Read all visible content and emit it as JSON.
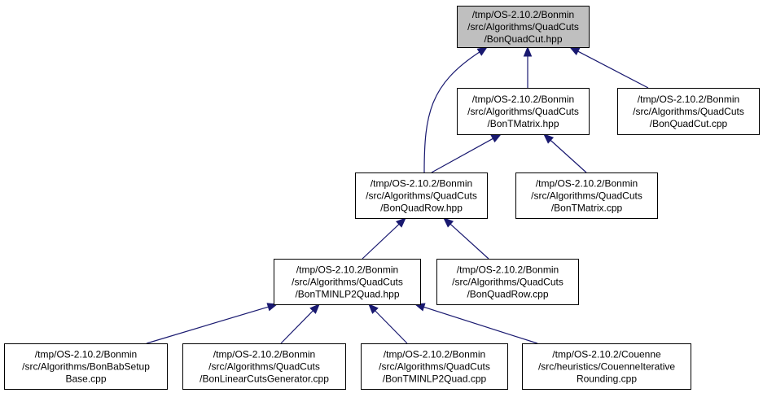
{
  "colors": {
    "edge": "#191970",
    "highlight_fill": "#bfbfbf",
    "node_fill": "#ffffff",
    "border": "#000000"
  },
  "nodes": [
    {
      "id": "bonquadcut-hpp",
      "highlight": true,
      "lines": [
        "/tmp/OS-2.10.2/Bonmin",
        "/src/Algorithms/QuadCuts",
        "/BonQuadCut.hpp"
      ]
    },
    {
      "id": "bontmatrix-hpp",
      "lines": [
        "/tmp/OS-2.10.2/Bonmin",
        "/src/Algorithms/QuadCuts",
        "/BonTMatrix.hpp"
      ]
    },
    {
      "id": "bonquadcut-cpp",
      "lines": [
        "/tmp/OS-2.10.2/Bonmin",
        "/src/Algorithms/QuadCuts",
        "/BonQuadCut.cpp"
      ]
    },
    {
      "id": "bonquadrow-hpp",
      "lines": [
        "/tmp/OS-2.10.2/Bonmin",
        "/src/Algorithms/QuadCuts",
        "/BonQuadRow.hpp"
      ]
    },
    {
      "id": "bontmatrix-cpp",
      "lines": [
        "/tmp/OS-2.10.2/Bonmin",
        "/src/Algorithms/QuadCuts",
        "/BonTMatrix.cpp"
      ]
    },
    {
      "id": "bontminlp2quad-hpp",
      "lines": [
        "/tmp/OS-2.10.2/Bonmin",
        "/src/Algorithms/QuadCuts",
        "/BonTMINLP2Quad.hpp"
      ]
    },
    {
      "id": "bonquadrow-cpp",
      "lines": [
        "/tmp/OS-2.10.2/Bonmin",
        "/src/Algorithms/QuadCuts",
        "/BonQuadRow.cpp"
      ]
    },
    {
      "id": "bonbabsetupbase-cpp",
      "lines": [
        "/tmp/OS-2.10.2/Bonmin",
        "/src/Algorithms/BonBabSetup",
        "Base.cpp"
      ]
    },
    {
      "id": "bonlinearcutsgenerator-cpp",
      "lines": [
        "/tmp/OS-2.10.2/Bonmin",
        "/src/Algorithms/QuadCuts",
        "/BonLinearCutsGenerator.cpp"
      ]
    },
    {
      "id": "bontminlp2quad-cpp",
      "lines": [
        "/tmp/OS-2.10.2/Bonmin",
        "/src/Algorithms/QuadCuts",
        "/BonTMINLP2Quad.cpp"
      ]
    },
    {
      "id": "couenneiterativerounding-cpp",
      "lines": [
        "/tmp/OS-2.10.2/Couenne",
        "/src/heuristics/CouenneIterative",
        "Rounding.cpp"
      ]
    }
  ],
  "edges": [
    {
      "from": "bontmatrix-hpp",
      "to": "bonquadcut-hpp"
    },
    {
      "from": "bonquadrow-hpp",
      "to": "bonquadcut-hpp"
    },
    {
      "from": "bonquadcut-cpp",
      "to": "bonquadcut-hpp"
    },
    {
      "from": "bonquadrow-hpp",
      "to": "bontmatrix-hpp"
    },
    {
      "from": "bontmatrix-cpp",
      "to": "bontmatrix-hpp"
    },
    {
      "from": "bontminlp2quad-hpp",
      "to": "bonquadrow-hpp"
    },
    {
      "from": "bonquadrow-cpp",
      "to": "bonquadrow-hpp"
    },
    {
      "from": "bonbabsetupbase-cpp",
      "to": "bontminlp2quad-hpp"
    },
    {
      "from": "bonlinearcutsgenerator-cpp",
      "to": "bontminlp2quad-hpp"
    },
    {
      "from": "bontminlp2quad-cpp",
      "to": "bontminlp2quad-hpp"
    },
    {
      "from": "couenneiterativerounding-cpp",
      "to": "bontminlp2quad-hpp"
    }
  ]
}
